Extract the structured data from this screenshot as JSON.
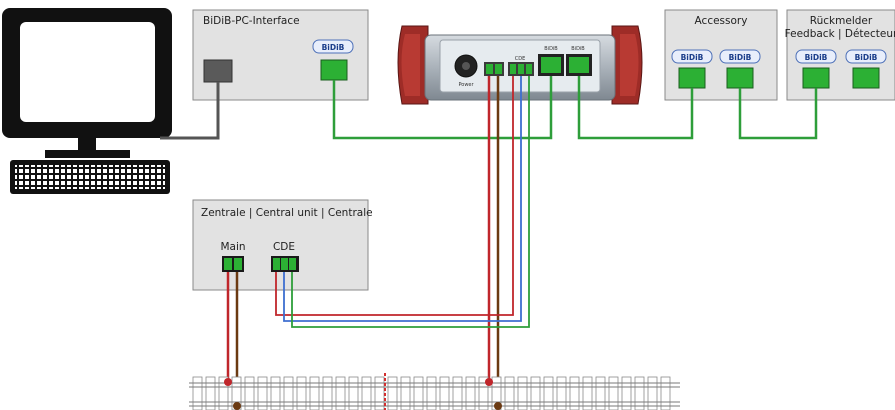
{
  "pc_interface": {
    "title": "BiDiB-PC-Interface",
    "badge": "BiDiB"
  },
  "hub": {
    "power_label": "Power",
    "cde_label": "CDE",
    "port_label_1": "BiDiB",
    "port_label_2": "BiDiB"
  },
  "accessory": {
    "title": "Accessory",
    "badge_1": "BiDiB",
    "badge_2": "BiDiB"
  },
  "feedback": {
    "title_line1": "Rückmelder",
    "title_line2": "Feedback | Détecteur",
    "badge_1": "BiDiB",
    "badge_2": "BiDiB"
  },
  "central": {
    "title": "Zentrale | Central unit | Centrale",
    "main_label": "Main",
    "cde_label": "CDE"
  },
  "colors": {
    "bus": "#2e9e3a",
    "red": "#c0262b",
    "brown": "#6b3a12",
    "blue": "#3e6fd0",
    "box": "#e2e2e2"
  }
}
